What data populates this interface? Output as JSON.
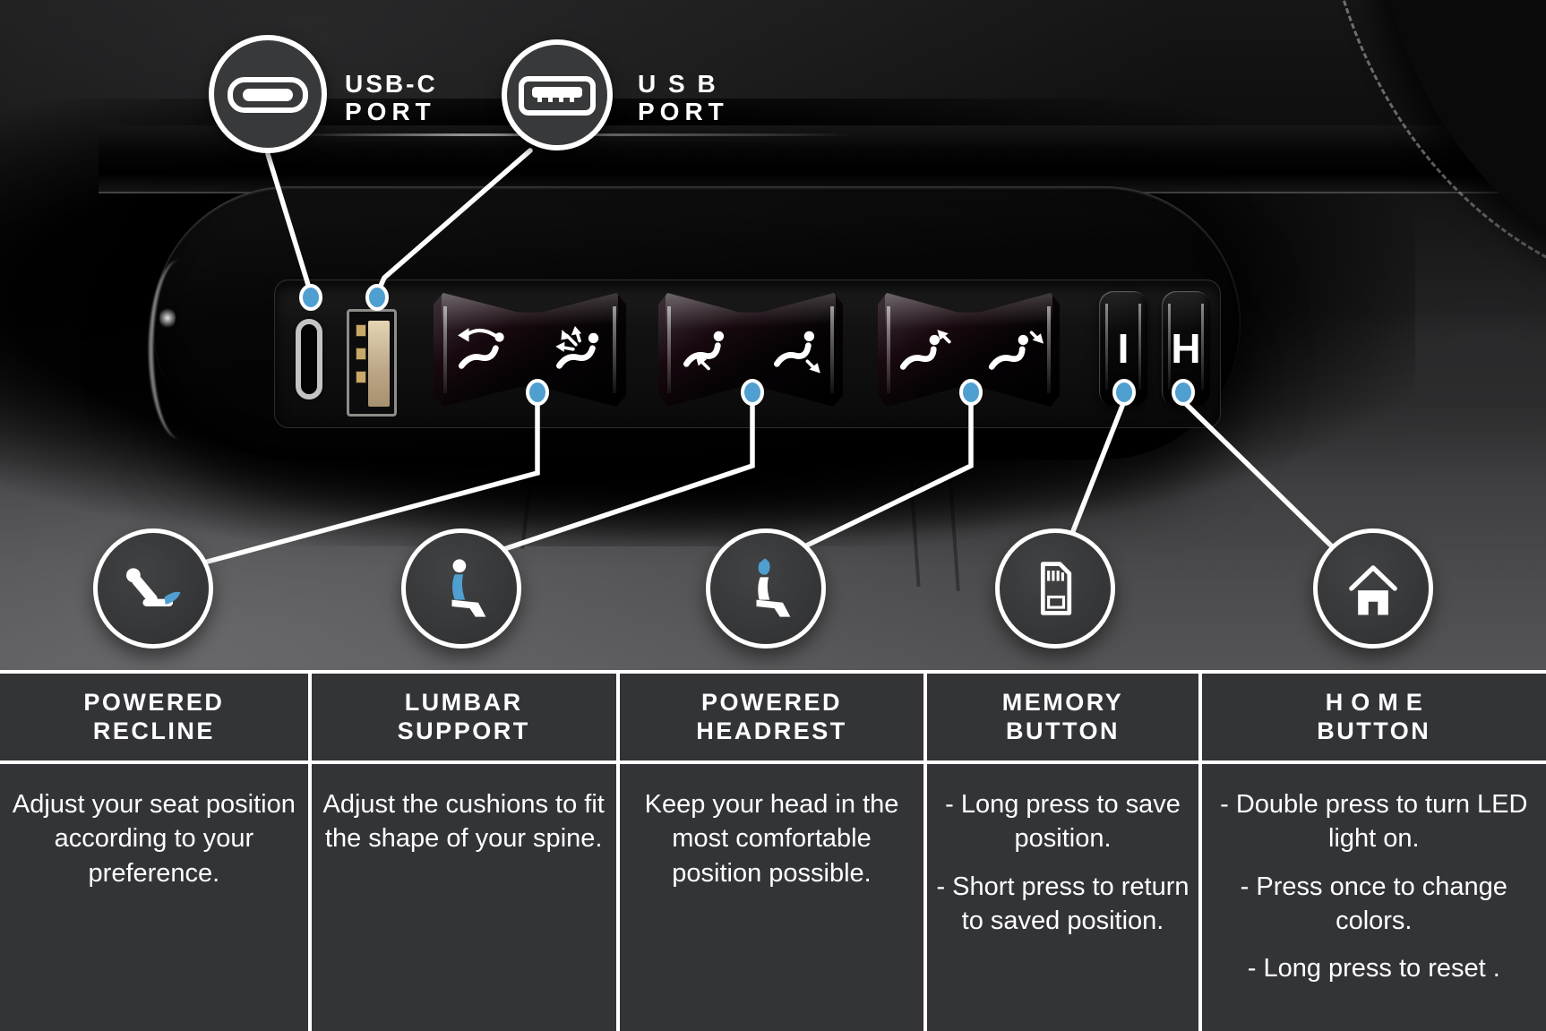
{
  "colors": {
    "accent_blue": "#4f9fd0",
    "line_white": "#ffffff",
    "circle_bg": "#3a3b3d",
    "table_cell_bg": "#333438"
  },
  "callouts": {
    "usb_c": {
      "line1": "USB-C",
      "line2": "PORT",
      "icon": "usb-c-port-icon"
    },
    "usb": {
      "line1": "U S B",
      "line2": "PORT",
      "icon": "usb-a-port-icon"
    }
  },
  "panel": {
    "memory_key_label": "I",
    "home_key_label": "H",
    "buttons": [
      {
        "name": "usb-c-port"
      },
      {
        "name": "usb-a-port"
      },
      {
        "name": "powered-recline-button",
        "icons": [
          "seat-recline-back-icon",
          "seat-recline-burst-icon"
        ]
      },
      {
        "name": "lumbar-support-button",
        "icons": [
          "lumbar-in-icon",
          "lumbar-out-icon"
        ]
      },
      {
        "name": "powered-headrest-button",
        "icons": [
          "headrest-up-icon",
          "headrest-down-icon"
        ]
      },
      {
        "name": "memory-button"
      },
      {
        "name": "home-button"
      }
    ]
  },
  "feature_icons": [
    {
      "icon": "powered-recline-icon"
    },
    {
      "icon": "lumbar-support-icon"
    },
    {
      "icon": "powered-headrest-icon"
    },
    {
      "icon": "memory-card-icon"
    },
    {
      "icon": "home-icon"
    }
  ],
  "table": {
    "columns": [
      {
        "title": [
          "POWERED",
          "RECLINE"
        ],
        "description": [
          "Adjust your seat position according to your preference."
        ]
      },
      {
        "title": [
          "LUMBAR",
          "SUPPORT"
        ],
        "description": [
          "Adjust the cushions to fit the shape of your spine."
        ]
      },
      {
        "title": [
          "POWERED",
          "HEADREST"
        ],
        "description": [
          "Keep your head in the most comfortable position possible."
        ]
      },
      {
        "title": [
          "MEMORY",
          "BUTTON"
        ],
        "description": [
          "- Long press to save position.",
          "- Short press to return to saved position."
        ]
      },
      {
        "title": [
          "HOME",
          "BUTTON"
        ],
        "description": [
          "- Double press to turn LED light on.",
          "- Press once to change colors.",
          "- Long press to reset ."
        ]
      }
    ]
  }
}
